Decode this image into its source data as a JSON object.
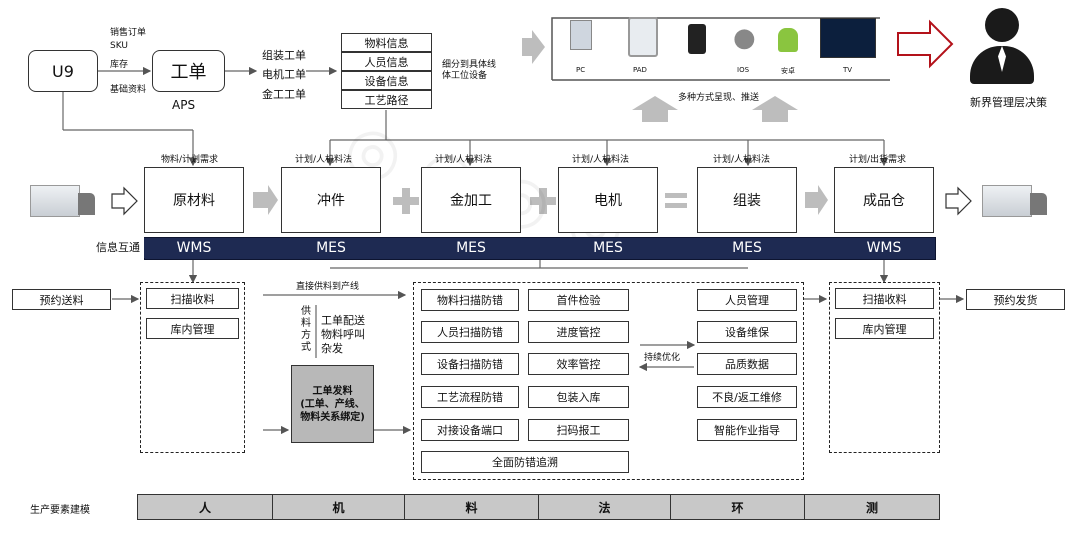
{
  "erp": {
    "u9": "U9",
    "order": "工单",
    "aps": "APS",
    "inputs": [
      "销售订单",
      "SKU",
      "库存"
    ],
    "basic": "基础资料",
    "order_types": [
      "组装工单",
      "电机工单",
      "金工工单"
    ],
    "info": [
      "物料信息",
      "人员信息",
      "设备信息",
      "工艺路径"
    ],
    "detail_note": "细分到具体线体工位设备"
  },
  "devices": {
    "labels": [
      "PC",
      "PAD",
      "",
      "IOS",
      "安卓",
      "TV"
    ],
    "push_note": "多种方式呈现、推送",
    "manager": "新界管理层决策"
  },
  "flow": {
    "demands": [
      "物料/计划需求",
      "计划/人机料法",
      "计划/人机料法",
      "计划/人机料法",
      "计划/人机料法",
      "计划/出货需求"
    ],
    "stages": [
      "原材料",
      "冲件",
      "金加工",
      "电机",
      "组装",
      "成品仓"
    ],
    "systems": [
      "WMS",
      "MES",
      "MES",
      "MES",
      "MES",
      "WMS"
    ],
    "info_share": "信息互通"
  },
  "left": {
    "reserve": "预约送料",
    "items": [
      "扫描收料",
      "库内管理"
    ]
  },
  "supply": {
    "direct": "直接供料到产线",
    "mode_label": "供料方式",
    "mode_text": [
      "工单配送",
      "物料呼叫",
      "杂发"
    ],
    "issue": [
      "工单发料",
      "(工单、产线、",
      "物料关系绑定)"
    ]
  },
  "mes": {
    "col1": [
      "物料扫描防错",
      "人员扫描防错",
      "设备扫描防错",
      "工艺流程防错",
      "对接设备端口"
    ],
    "col2": [
      "首件检验",
      "进度管控",
      "效率管控",
      "包装入库",
      "扫码报工"
    ],
    "col3": [
      "人员管理",
      "设备维保",
      "品质数据",
      "不良/返工维修",
      "智能作业指导"
    ],
    "full": "全面防错追溯",
    "optimize": "持续优化"
  },
  "right": {
    "items": [
      "扫描收料",
      "库内管理"
    ],
    "ship": "预约发货"
  },
  "factors": {
    "label": "生产要素建模",
    "items": [
      "人",
      "机",
      "料",
      "法",
      "环",
      "测"
    ]
  }
}
